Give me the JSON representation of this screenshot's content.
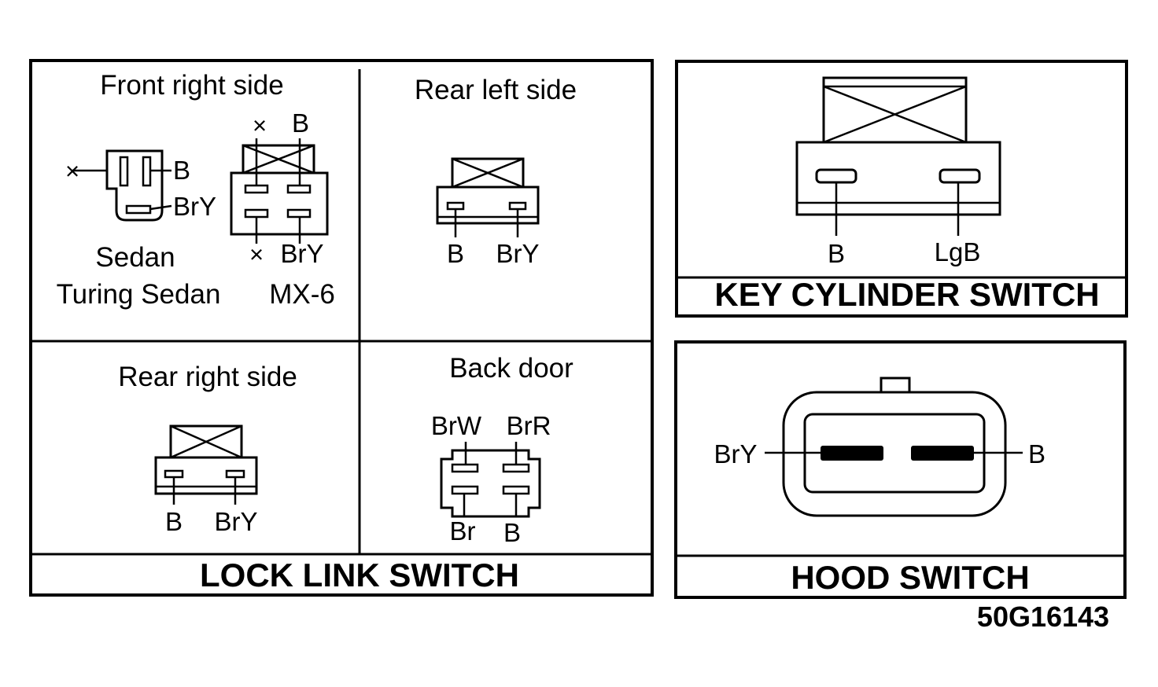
{
  "lock_link": {
    "front_right": {
      "title": "Front right side",
      "sedan_label": "Sedan",
      "turing_label": "Turing Sedan",
      "mx6_label": "MX-6",
      "left_conn": {
        "pin_top": "B",
        "pin_bottom": "BrY",
        "unused_mark": "×"
      },
      "right_conn": {
        "top_mark": "×",
        "top_pin": "B",
        "bottom_mark": "×",
        "bottom_pin": "BrY"
      }
    },
    "rear_left": {
      "title": "Rear left side",
      "pin_left": "B",
      "pin_right": "BrY"
    },
    "rear_right": {
      "title": "Rear right side",
      "pin_left": "B",
      "pin_right": "BrY"
    },
    "back_door": {
      "title": "Back door",
      "top_left": "BrW",
      "top_right": "BrR",
      "bottom_left": "Br",
      "bottom_right": "B"
    },
    "footer": "LOCK LINK SWITCH"
  },
  "key_cylinder": {
    "pin_left": "B",
    "pin_right": "LgB",
    "footer": "KEY CYLINDER SWITCH"
  },
  "hood": {
    "pin_left": "BrY",
    "pin_right": "B",
    "footer": "HOOD SWITCH"
  },
  "figure_code": "50G16143"
}
